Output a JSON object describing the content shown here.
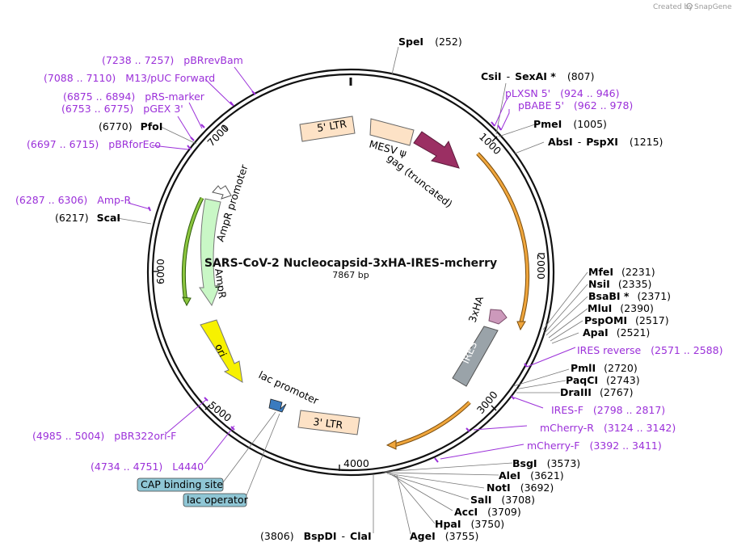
{
  "credit": {
    "text": "Created by",
    "brand": "SnapGene"
  },
  "plasmid": {
    "name": "SARS-CoV-2 Nucleocapsid-3xHA-IRES-mcherry",
    "length_label": "7867 bp",
    "length": 7867
  },
  "colors": {
    "primer": "#9b30d9",
    "site": "#111111",
    "ltr": "#fde2c6",
    "gag": "#9b2f63",
    "ampr": "#c9f7c6",
    "ampr_promoter": "#ffffff",
    "ori": "#f7f100",
    "ires": "#9aa3a9",
    "tag": "#cc99bb",
    "orf": "#f0a63c",
    "orf_dark": "#5a8e1d",
    "bound": "#8fc6d5"
  },
  "ticks": [
    {
      "label": "1000",
      "pos": 1000
    },
    {
      "label": "2000",
      "pos": 2000
    },
    {
      "label": "3000",
      "pos": 3000
    },
    {
      "label": "4000",
      "pos": 4000
    },
    {
      "label": "5000",
      "pos": 5000
    },
    {
      "label": "6000",
      "pos": 6000
    },
    {
      "label": "7000",
      "pos": 7000
    }
  ],
  "features": [
    {
      "label": "5' LTR",
      "icon": "ltr-box",
      "pos": 600
    },
    {
      "label": "MESV ψ",
      "icon": "text-only",
      "pos": 850
    },
    {
      "label": "gag (truncated)",
      "icon": "gag-arrow",
      "pos": 1000
    },
    {
      "label": "3xHA",
      "icon": "tag-arrow",
      "pos": 2450
    },
    {
      "label": "IRES",
      "icon": "ires-box",
      "pos": 2700
    },
    {
      "label": "3' LTR",
      "icon": "ltr-box",
      "pos": 4300
    },
    {
      "label": "lac promoter",
      "icon": "promoter",
      "pos": 4600
    },
    {
      "label": "ori",
      "icon": "ori-arrow",
      "pos": 5300
    },
    {
      "label": "AmpR",
      "icon": "ampr-arrow",
      "pos": 6200
    },
    {
      "label": "AmpR promoter",
      "icon": "promoter-arrow",
      "pos": 6600
    }
  ],
  "sites": [
    {
      "name": "SpeI",
      "pos": "(252)"
    },
    {
      "name": "CsiI",
      "name2": "SexAI *",
      "pos": "(807)"
    },
    {
      "name": "PmeI",
      "pos": "(1005)"
    },
    {
      "name": "AbsI",
      "name2": "PspXI",
      "pos": "(1215)"
    },
    {
      "name": "MfeI",
      "pos": "(2231)"
    },
    {
      "name": "NsiI",
      "pos": "(2335)"
    },
    {
      "name": "BsaBI *",
      "pos": "(2371)"
    },
    {
      "name": "MluI",
      "pos": "(2390)"
    },
    {
      "name": "PspOMI",
      "pos": "(2517)"
    },
    {
      "name": "ApaI",
      "pos": "(2521)"
    },
    {
      "name": "PmlI",
      "pos": "(2720)"
    },
    {
      "name": "PaqCI",
      "pos": "(2743)"
    },
    {
      "name": "DraIII",
      "pos": "(2767)"
    },
    {
      "name": "BsgI",
      "pos": "(3573)"
    },
    {
      "name": "AleI",
      "pos": "(3621)"
    },
    {
      "name": "NotI",
      "pos": "(3692)"
    },
    {
      "name": "SalI",
      "pos": "(3708)"
    },
    {
      "name": "AccI",
      "pos": "(3709)"
    },
    {
      "name": "HpaI",
      "pos": "(3750)"
    },
    {
      "name": "AgeI",
      "pos": "(3755)"
    },
    {
      "name": "BspDI",
      "name2": "ClaI",
      "pos": "(3806)"
    },
    {
      "name": "ScaI",
      "pos": "(6217)"
    },
    {
      "name": "PfoI",
      "pos": "(6770)"
    }
  ],
  "primers": [
    {
      "name": "pLXSN 5'",
      "range": "(924 .. 946)"
    },
    {
      "name": "pBABE 5'",
      "range": "(962 .. 978)"
    },
    {
      "name": "IRES reverse",
      "range": "(2571 .. 2588)"
    },
    {
      "name": "IRES-F",
      "range": "(2798 .. 2817)"
    },
    {
      "name": "mCherry-R",
      "range": "(3124 .. 3142)"
    },
    {
      "name": "mCherry-F",
      "range": "(3392 .. 3411)"
    },
    {
      "name": "L4440",
      "range": "(4734 .. 4751)"
    },
    {
      "name": "pBR322ori-F",
      "range": "(4985 .. 5004)"
    },
    {
      "name": "Amp-R",
      "range": "(6287 .. 6306)"
    },
    {
      "name": "pBRforEco",
      "range": "(6697 .. 6715)"
    },
    {
      "name": "pGEX 3'",
      "range": "(6753 .. 6775)"
    },
    {
      "name": "pRS-marker",
      "range": "(6875 .. 6894)"
    },
    {
      "name": "M13/pUC Forward",
      "range": "(7088 .. 7110)"
    },
    {
      "name": "pBRrevBam",
      "range": "(7238 .. 7257)"
    }
  ],
  "bound": [
    {
      "label": "CAP binding site"
    },
    {
      "label": "lac operator"
    }
  ]
}
